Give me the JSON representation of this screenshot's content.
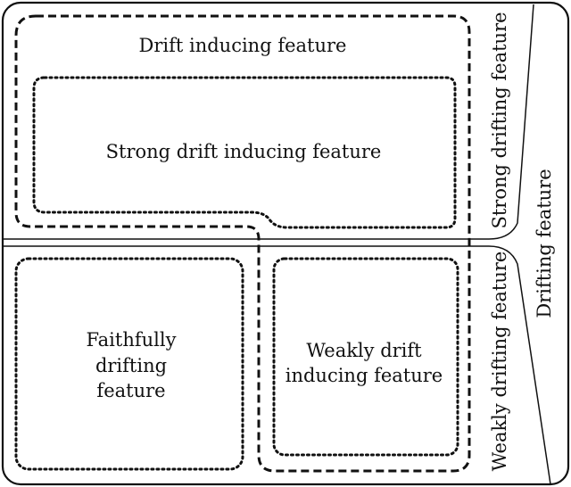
{
  "labels": {
    "drift_inducing": "Drift inducing feature",
    "strong_drift_inducing": "Strong drift inducing feature",
    "faithfully_line1": "Faithfully",
    "faithfully_line2": "drifting",
    "faithfully_line3": "feature",
    "weakly_inducing_line1": "Weakly drift",
    "weakly_inducing_line2": "inducing feature",
    "strong_drifting": "Strong drifting feature",
    "weakly_drifting": "Weakly drifting feature",
    "drifting": "Drifting feature"
  },
  "colors": {
    "stroke": "#111111",
    "background": "#ffffff"
  }
}
